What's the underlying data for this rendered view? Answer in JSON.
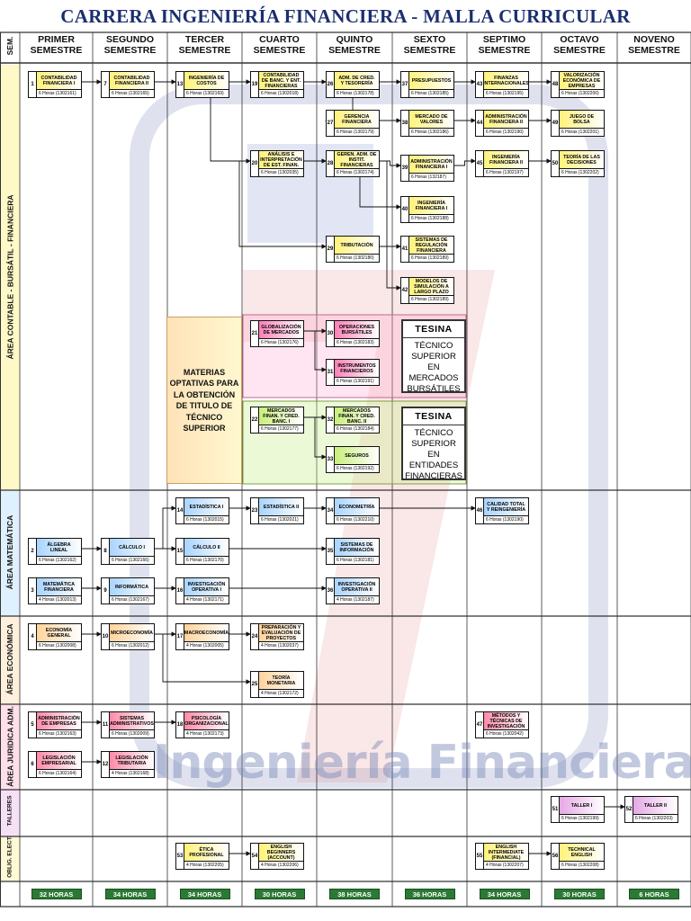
{
  "title": "CARRERA INGENIERÍA FINANCIERA - MALLA CURRICULAR",
  "sem_label": "SEM.",
  "columns": [
    {
      "l1": "PRIMER",
      "l2": "SEMESTRE"
    },
    {
      "l1": "SEGUNDO",
      "l2": "SEMESTRE"
    },
    {
      "l1": "TERCER",
      "l2": "SEMESTRE"
    },
    {
      "l1": "CUARTO",
      "l2": "SEMESTRE"
    },
    {
      "l1": "QUINTO",
      "l2": "SEMESTRE"
    },
    {
      "l1": "SEXTO",
      "l2": "SEMESTRE"
    },
    {
      "l1": "SEPTIMO",
      "l2": "SEMESTRE"
    },
    {
      "l1": "OCTAVO",
      "l2": "SEMESTRE"
    },
    {
      "l1": "NOVENO",
      "l2": "SEMESTRE"
    }
  ],
  "areas": [
    "ÁREA CONTABLE - BURSÁTIL - FINANCIERA",
    "ÁREA MATEMÁTICA",
    "ÁREA ECONÓMICA",
    "ÁREA JURIDICA ADM.",
    "TALLERES",
    "OBLIG. ELECT."
  ],
  "courses": [
    {
      "n": "1",
      "name": "CONTABILIDAD FINANCIERA I",
      "h": "6 Horas (1302161)",
      "color": "#fff27a"
    },
    {
      "n": "7",
      "name": "CONTABILIDAD FINANCIERA II",
      "h": "6 Horas (1302165)",
      "color": "#fff27a"
    },
    {
      "n": "13",
      "name": "INGENIERÍA DE COSTOS",
      "h": "6 Horas (1302169)",
      "color": "#fff27a"
    },
    {
      "n": "19",
      "name": "CONTABILIDAD DE BANC. Y ENT. FINANCIERAS",
      "h": "6 Horas (1302018)",
      "color": "#fff27a"
    },
    {
      "n": "26",
      "name": "ADM. DE CRED. Y TESORERÍA",
      "h": "6 Horas (1302178)",
      "color": "#fff27a"
    },
    {
      "n": "37",
      "name": "PRESUPUESTOS",
      "h": "6 Horas (1302185)",
      "color": "#fff27a"
    },
    {
      "n": "43",
      "name": "FINANZAS INTERNACIONALES",
      "h": "6 Horas (1302195)",
      "color": "#fff27a"
    },
    {
      "n": "48",
      "name": "VALORIZACIÓN ECONÓMICA DE EMPRESAS",
      "h": "6 Horas (1302200)",
      "color": "#fff27a"
    },
    {
      "n": "27",
      "name": "GERENCIA FINANCIERA",
      "h": "6 Horas (1302179)",
      "color": "#fff27a"
    },
    {
      "n": "38",
      "name": "MERCADO DE VALORES",
      "h": "6 Horas (1302186)",
      "color": "#fff27a"
    },
    {
      "n": "44",
      "name": "ADMINISTRACIÓN FINANCIERA II",
      "h": "6 Horas (1302190)",
      "color": "#fff27a"
    },
    {
      "n": "49",
      "name": "JUEGO DE BOLSA",
      "h": "6 Horas (1302201)",
      "color": "#fff27a"
    },
    {
      "n": "20",
      "name": "ANÁLISIS E INTERPRETACIÓN DE EST. FINAN.",
      "h": "6 Horas (1302035)",
      "color": "#fff27a"
    },
    {
      "n": "28",
      "name": "GEREN. ADM. DE INSTIT. FINANCIERAS",
      "h": "6 Horas (1302174)",
      "color": "#fff27a"
    },
    {
      "n": "39",
      "name": "ADMINISTRACIÓN FINANCIERA I",
      "h": "6 Horas (132187)",
      "color": "#fff27a"
    },
    {
      "n": "45",
      "name": "INGENIERÍA FINANCIERA II",
      "h": "6 Horas (1302197)",
      "color": "#fff27a"
    },
    {
      "n": "50",
      "name": "TEORÍA DE LAS DECISIONES",
      "h": "6 Horas (1302202)",
      "color": "#fff27a"
    },
    {
      "n": "40",
      "name": "INGENIERÍA FINANCIERA I",
      "h": "6 Horas (1302188)",
      "color": "#fff27a"
    },
    {
      "n": "29",
      "name": "TRIBUTACIÓN",
      "h": "6 Horas (1302180)",
      "color": "#fff27a"
    },
    {
      "n": "41",
      "name": "SISTEMAS DE REGULACIÓN FINANCIERA",
      "h": "6 Horas (1302189)",
      "color": "#fff27a"
    },
    {
      "n": "42",
      "name": "MODELOS DE SIMULACIÓN A LARGO PLAZO",
      "h": "6 Horas (1302189)",
      "color": "#fff27a"
    },
    {
      "n": "21",
      "name": "GLOBALIZACIÓN DE MERCADOS",
      "h": "6 Horas (1302176)",
      "color": "#ff7fb8"
    },
    {
      "n": "30",
      "name": "OPERACIONES BURSÁTILES",
      "h": "6 Horas (1302183)",
      "color": "#ff7fb8"
    },
    {
      "n": "31",
      "name": "INSTRUMENTOS FINANCIEROS",
      "h": "6 Horas (1302191)",
      "color": "#ff7fb8"
    },
    {
      "n": "22",
      "name": "MERCADOS FINAN. Y CRED. BANC. I",
      "h": "6 Horas (1302177)",
      "color": "#c8ee7a"
    },
    {
      "n": "32",
      "name": "MERCADOS FINAN. Y CRED. BANC. II",
      "h": "6 Horas (1302184)",
      "color": "#c8ee7a"
    },
    {
      "n": "33",
      "name": "SEGUROS",
      "h": "6 Horas (1302192)",
      "color": "#c8ee7a"
    },
    {
      "n": "14",
      "name": "ESTADÍSTICA I",
      "h": "6 Horas (1302015)",
      "color": "#a8d4ff"
    },
    {
      "n": "23",
      "name": "ESTADÍSTICA II",
      "h": "6 Horas (1302021)",
      "color": "#a8d4ff"
    },
    {
      "n": "34",
      "name": "ECONOMETRÍA",
      "h": "6 Horas (1302210)",
      "color": "#a8d4ff"
    },
    {
      "n": "46",
      "name": "CALIDAD TOTAL Y REINGENIERÍA",
      "h": "6 Horas (1302190)",
      "color": "#a8d4ff"
    },
    {
      "n": "2",
      "name": "ÁLGEBRA LINEAL",
      "h": "6 Horas (1302162)",
      "color": "#a8d4ff"
    },
    {
      "n": "8",
      "name": "CÁLCULO I",
      "h": "6 Horas (1302166)",
      "color": "#a8d4ff"
    },
    {
      "n": "15",
      "name": "CÁLCULO II",
      "h": "6 Horas (1302170)",
      "color": "#a8d4ff"
    },
    {
      "n": "35",
      "name": "SISTEMAS DE INFORMACIÓN",
      "h": "6 Horas (1302181)",
      "color": "#a8d4ff"
    },
    {
      "n": "3",
      "name": "MATEMÁTICA FINANCIERA",
      "h": "4 Horas (1302013)",
      "color": "#a8d4ff"
    },
    {
      "n": "9",
      "name": "INFORMÁTICA",
      "h": "6 Horas (1302167)",
      "color": "#a8d4ff"
    },
    {
      "n": "16",
      "name": "INVESTIGACIÓN OPERATIVA I",
      "h": "4 Horas (1302171)",
      "color": "#a8d4ff"
    },
    {
      "n": "36",
      "name": "INVESTIGACIÓN OPERATIVA II",
      "h": "4 Horas (1302187)",
      "color": "#a8d4ff"
    },
    {
      "n": "4",
      "name": "ECONOMÍA GENERAL",
      "h": "6 Horas (1302008)",
      "color": "#ffd39a"
    },
    {
      "n": "10",
      "name": "MICROECONOMÍA",
      "h": "6 Horas (1302012)",
      "color": "#ffd39a"
    },
    {
      "n": "17",
      "name": "MACROECONOMÍA",
      "h": "4 Horas (1302005)",
      "color": "#ffd39a"
    },
    {
      "n": "24",
      "name": "PREPARACIÓN Y EVALUACIÓN DE PROYECTOS",
      "h": "4 Horas (1302037)",
      "color": "#ffd39a"
    },
    {
      "n": "25",
      "name": "TEORÍA MONETARIA",
      "h": "4 Horas (1302172)",
      "color": "#ffd39a"
    },
    {
      "n": "5",
      "name": "ADMINISTRACIÓN DE EMPRESAS",
      "h": "6 Horas (1302163)",
      "color": "#ff8aa8"
    },
    {
      "n": "11",
      "name": "SISTEMAS ADMINISTRATIVOS",
      "h": "6 Horas (1302009)",
      "color": "#ff8aa8"
    },
    {
      "n": "18",
      "name": "PSICOLOGÍA ORGANIZACIONAL",
      "h": "4 Horas (1302173)",
      "color": "#ff8aa8"
    },
    {
      "n": "47",
      "name": "MÉTODOS Y TÉCNICAS DE INVESTIGACIÓN",
      "h": "6 Horas (1302042)",
      "color": "#ff8aa8"
    },
    {
      "n": "6",
      "name": "LEGISLACIÓN EMPRESARIAL",
      "h": "6 Horas (1302164)",
      "color": "#ff8aa8"
    },
    {
      "n": "12",
      "name": "LEGISLACIÓN TRIBUTARIA",
      "h": "4 Horas (1302168)",
      "color": "#ff8aa8"
    },
    {
      "n": "51",
      "name": "TALLER I",
      "h": "6 Horas (1302199)",
      "color": "#e6a8e6"
    },
    {
      "n": "52",
      "name": "TALLER II",
      "h": "6 Horas (1302203)",
      "color": "#e6a8e6"
    },
    {
      "n": "53",
      "name": "ÉTICA PROFESIONAL",
      "h": "4 Horas (1302205)",
      "color": "#fff27a"
    },
    {
      "n": "54",
      "name": "ENGLISH BEGINNERS (ACCOUNT)",
      "h": "4 Horas (1302206)",
      "color": "#fff27a"
    },
    {
      "n": "55",
      "name": "ENGLISH INTERMEDIATE (FINANCIAL)",
      "h": "4 Horas (1302207)",
      "color": "#fff27a"
    },
    {
      "n": "56",
      "name": "TECHNICAL ENGLISH",
      "h": "6 Horas (1302208)",
      "color": "#fff27a"
    }
  ],
  "optativas_text": "MATERIAS OPTATIVAS PARA LA OBTENCIÓN DE TITULO DE TÉCNICO SUPERIOR",
  "tesinas": [
    {
      "title": "TESINA",
      "text": "TÉCNICO SUPERIOR EN MERCADOS BURSÁTILES"
    },
    {
      "title": "TESINA",
      "text": "TÉCNICO SUPERIOR EN ENTIDADES FINANCIERAS"
    }
  ],
  "hours_totals": [
    "32 HORAS",
    "34 HORAS",
    "34 HORAS",
    "30 HORAS",
    "38 HORAS",
    "36 HORAS",
    "34 HORAS",
    "30 HORAS",
    "6 HORAS"
  ],
  "watermark": "Ingeniería Financiera",
  "colors": {
    "title": "#1b2f6e",
    "area_contable": "#fff9c8",
    "area_matematica": "#dff0ff",
    "area_economica": "#fff0dd",
    "area_juridica": "#ffe0ea",
    "talleres": "#f5e0f5",
    "oblig": "#fff9d6",
    "hours_green": "#2a7a34"
  }
}
